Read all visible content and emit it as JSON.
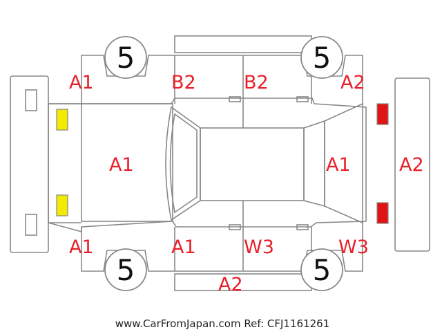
{
  "tire_labels": {
    "front_left": "5",
    "rear_left": "5",
    "front_right": "5",
    "rear_right": "5"
  },
  "damage_codes": {
    "front_left_fender": "A1",
    "front_left_door": "B2",
    "rear_left_door": "B2",
    "rear_left_fender": "A2",
    "hood": "A1",
    "rear_gate": "A1",
    "rear_bumper": "A2",
    "front_right_corner": "A1",
    "front_right_fender": "A1",
    "front_right_door": "W3",
    "rear_right_door": "W3",
    "right_side_sill": "A2"
  },
  "footer": {
    "text": "www.CarFromJapan.com Ref: CFJ1161261"
  },
  "colors": {
    "outline": "#888888",
    "code": "#e8202a",
    "front_lamp": "#f2ea00",
    "rear_lamp": "#e01414"
  }
}
